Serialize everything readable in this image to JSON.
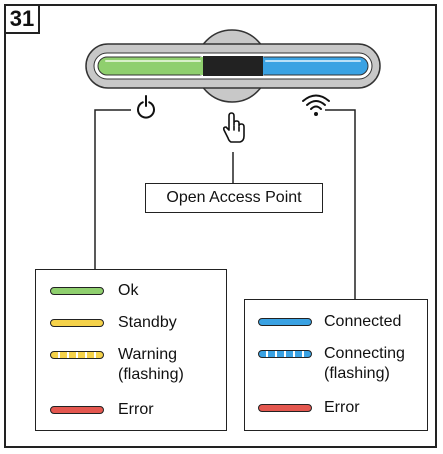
{
  "figure_number": "31",
  "callout_label": "Open Access Point",
  "icons": {
    "power": "power-icon",
    "touch": "touch-finger-icon",
    "wifi": "wifi-icon"
  },
  "colors": {
    "green": "#8fcf6e",
    "blue": "#3aa2e3",
    "yellow": "#f5d24a",
    "red": "#e4574f",
    "touch_zone": "#222222"
  },
  "legend_left": [
    {
      "label": "Ok",
      "color": "#8fcf6e",
      "style": "solid"
    },
    {
      "label": "Standby",
      "color": "#f5d24a",
      "style": "solid"
    },
    {
      "label": "Warning",
      "label2": "(flashing)",
      "color": "#f5d24a",
      "style": "dashed"
    },
    {
      "label": "Error",
      "color": "#e4574f",
      "style": "solid"
    }
  ],
  "legend_right": [
    {
      "label": "Connected",
      "color": "#3aa2e3",
      "style": "solid"
    },
    {
      "label": "Connecting",
      "label2": "(flashing)",
      "color": "#3aa2e3",
      "style": "dashed"
    },
    {
      "label": "Error",
      "color": "#e4574f",
      "style": "solid"
    }
  ]
}
